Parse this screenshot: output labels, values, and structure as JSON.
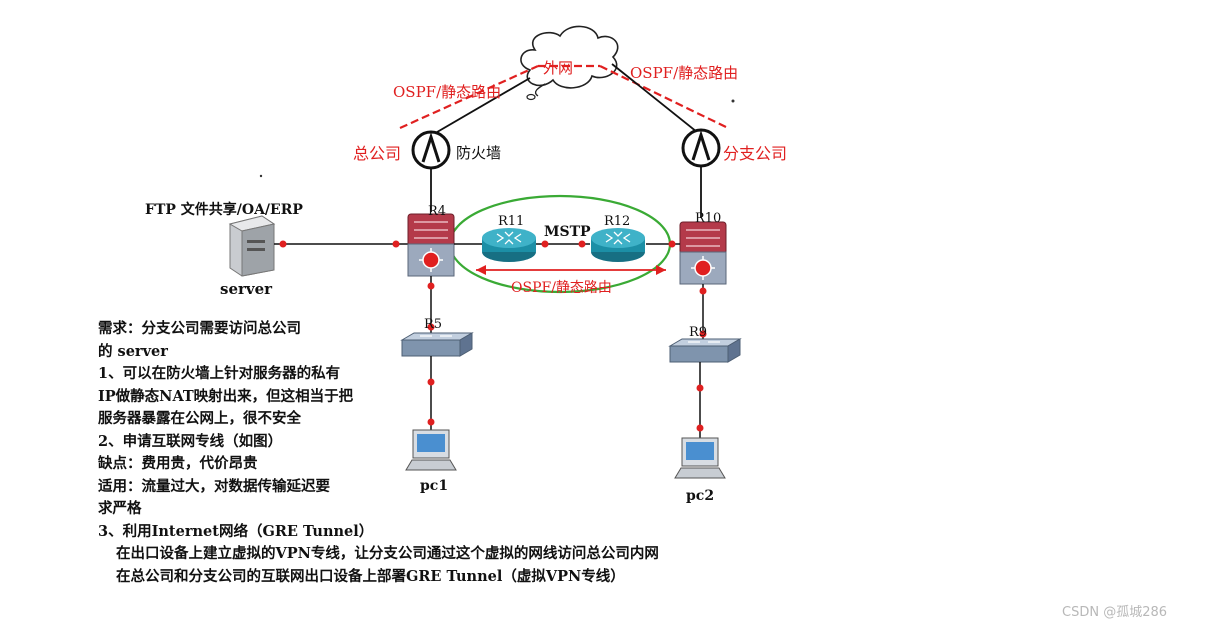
{
  "labels": {
    "internet": "外网",
    "ospf_left": "OSPF/静态路由",
    "ospf_right": "OSPF/静态路由",
    "ospf_mid": "OSPF/静态路由",
    "hq": "总公司",
    "firewall": "防火墙",
    "branch": "分支公司",
    "ftp": "FTP 文件共享/OA/ERP",
    "server": "server",
    "r4": "R4",
    "r5": "R5",
    "r9": "R9",
    "r10": "R10",
    "r11": "R11",
    "r12": "R12",
    "mstp": "MSTP",
    "pc1": "pc1",
    "pc2": "pc2"
  },
  "requirements": [
    "需求：分支公司需要访问总公司",
    "的 server",
    "1、可以在防火墙上针对服务器的私有",
    "IP做静态NAT映射出来，但这相当于把",
    "服务器暴露在公网上，很不安全",
    "2、申请互联网专线（如图）",
    "缺点：费用贵，代价昂贵",
    "适用：流量过大，对数据传输延迟要",
    "求严格",
    "3、利用Internet网络（GRE Tunnel）"
  ],
  "notes": [
    "在出口设备上建立虚拟的VPN专线，让分支公司通过这个虚拟的网线访问总公司内网",
    "在总公司和分支公司的互联网出口设备上部署GRE Tunnel（虚拟VPN专线）"
  ],
  "watermark": "CSDN @孤城286",
  "colors": {
    "accent_red": "#e02020",
    "ellipse_green": "#3aaa35",
    "router_teal": "#1c8fa6"
  }
}
